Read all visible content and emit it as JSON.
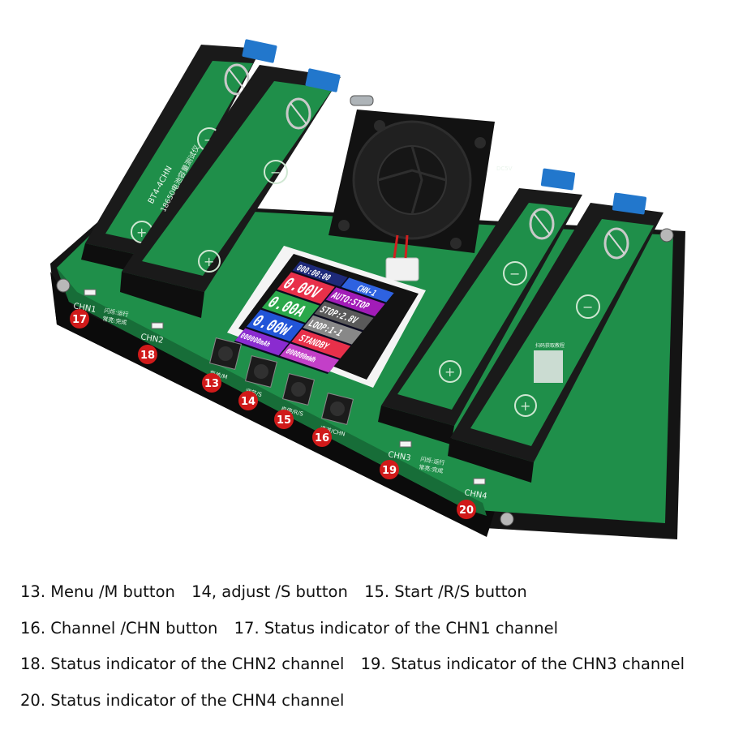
{
  "board": {
    "model_label": "BT4-4CHN",
    "model_sub": "18650电池容量测试仪",
    "qr_label": "扫码获取教程",
    "dc_label": "DC5V"
  },
  "lcd": {
    "time": "000:00:00",
    "channel": "CHN-1",
    "voltage": "0.00V",
    "current": "0.00A",
    "power": "0.00W",
    "mode": "AUTO:STOP",
    "stop_voltage": "STOP:2.8V",
    "loop": "LOOP:1-1",
    "status": "STANDBY",
    "capacity_mah": "000000mAh",
    "energy_mwh": "000000mWh"
  },
  "buttons": {
    "menu_silk": "菜单/M",
    "adjust_silk": "调节/S",
    "start_silk": "启停/R/S",
    "channel_silk": "通道/CHN"
  },
  "channels": {
    "chn1": "CHN1",
    "chn2": "CHN2",
    "chn3": "CHN3",
    "chn4": "CHN4",
    "silk_a": "闪烁:运行",
    "silk_b": "常亮:完成"
  },
  "callouts": {
    "c13": "13",
    "c14": "14",
    "c15": "15",
    "c16": "16",
    "c17": "17",
    "c18": "18",
    "c19": "19",
    "c20": "20"
  },
  "legend": {
    "l13": "13. Menu /M button",
    "l14": "14, adjust /S button",
    "l15": "15. Start /R/S button",
    "l16": "16. Channel /CHN button",
    "l17": "17. Status indicator of the CHN1 channel",
    "l18": "18. Status indicator of the CHN2 channel",
    "l19": "19. Status indicator of the CHN3 channel",
    "l20": "20. Status indicator of the CHN4 channel"
  },
  "colors": {
    "pcb": "#1f8f4a",
    "holder": "#1a1a1a",
    "terminal": "#2277cc",
    "callout": "#d01a1a",
    "lcd_red": "#e8304a",
    "lcd_green": "#2aa84a",
    "lcd_blue": "#2255d8",
    "lcd_purple": "#a21cb8"
  }
}
